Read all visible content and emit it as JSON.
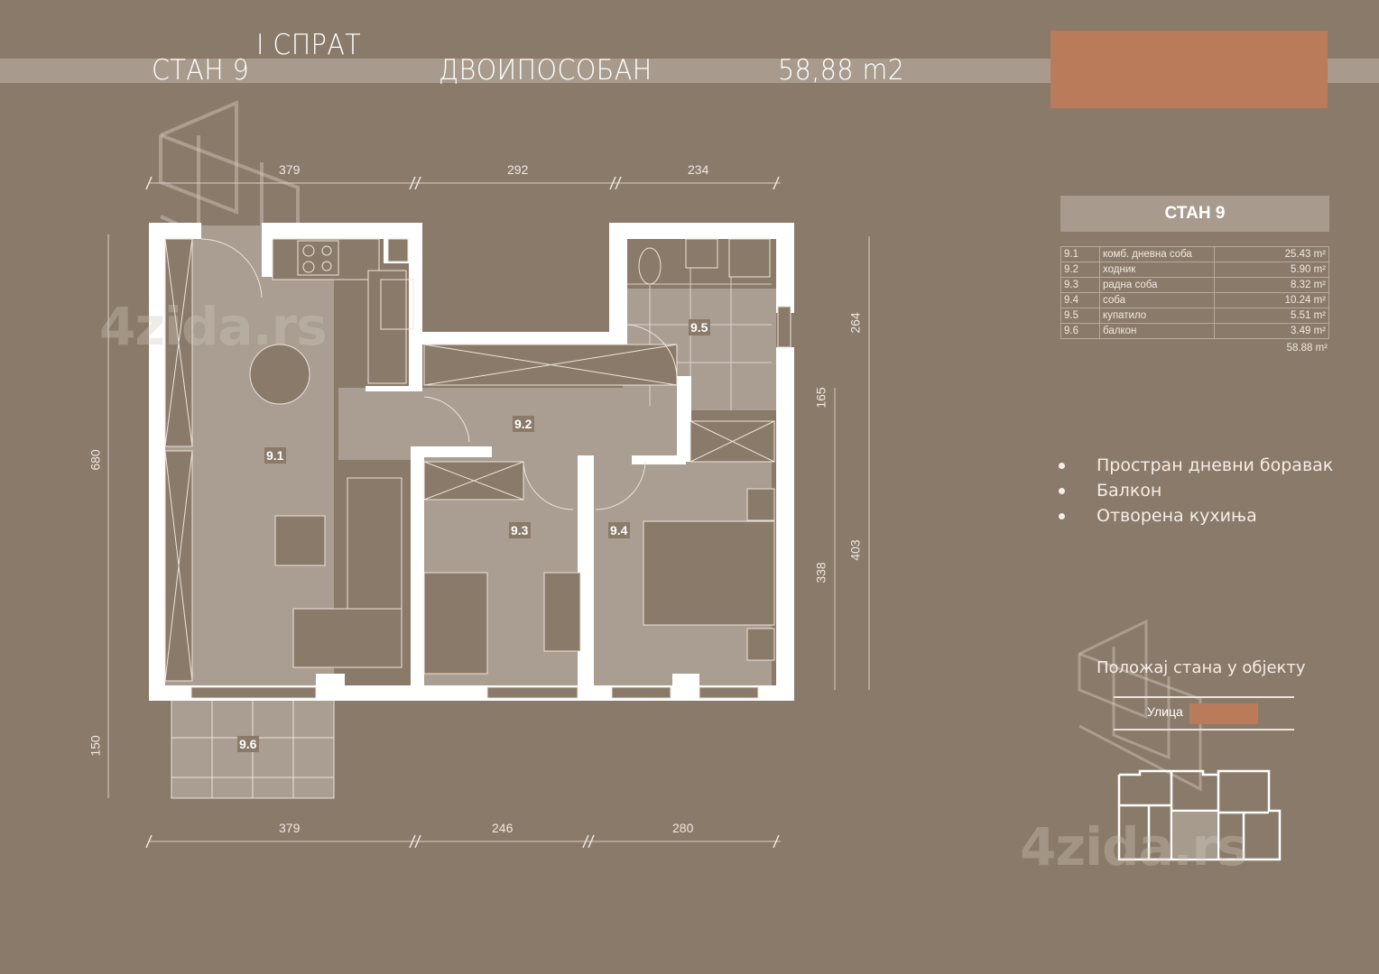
{
  "header": {
    "floor": "I СПРАТ",
    "unit": "СТАН 9",
    "type": "ДВОИПОСОБАН",
    "area": "58,88 m2"
  },
  "colors": {
    "background": "#8a7a69",
    "band": "#a89b8d",
    "accent": "#b97b59",
    "wall": "#ffffff",
    "room_floor": "#aa9d91"
  },
  "summary": {
    "title": "СТАН 9",
    "rooms": [
      {
        "id": "9.1",
        "name": "комб. дневна соба",
        "area": "25.43 m²"
      },
      {
        "id": "9.2",
        "name": "ходник",
        "area": "5.90 m²"
      },
      {
        "id": "9.3",
        "name": "радна соба",
        "area": "8.32 m²"
      },
      {
        "id": "9.4",
        "name": "соба",
        "area": "10.24 m²"
      },
      {
        "id": "9.5",
        "name": "купатило",
        "area": "5.51 m²"
      },
      {
        "id": "9.6",
        "name": "балкон",
        "area": "3.49 m²"
      }
    ],
    "total": "58.88 m²"
  },
  "features": [
    "Простран дневни боравак",
    "Балкон",
    "Отворена кухиња"
  ],
  "position": {
    "title": "Положај стана у објекту",
    "street_label": "Улица"
  },
  "watermark": "4zida.rs",
  "plan": {
    "room_labels": [
      "9.1",
      "9.2",
      "9.3",
      "9.4",
      "9.5",
      "9.6"
    ],
    "dims_top": [
      "379",
      "292",
      "234"
    ],
    "dims_bottom": [
      "379",
      "246",
      "280"
    ],
    "dims_left": [
      "680",
      "150"
    ],
    "dims_right_inner": [
      "165",
      "338"
    ],
    "dims_right_outer": [
      "264",
      "403"
    ]
  }
}
